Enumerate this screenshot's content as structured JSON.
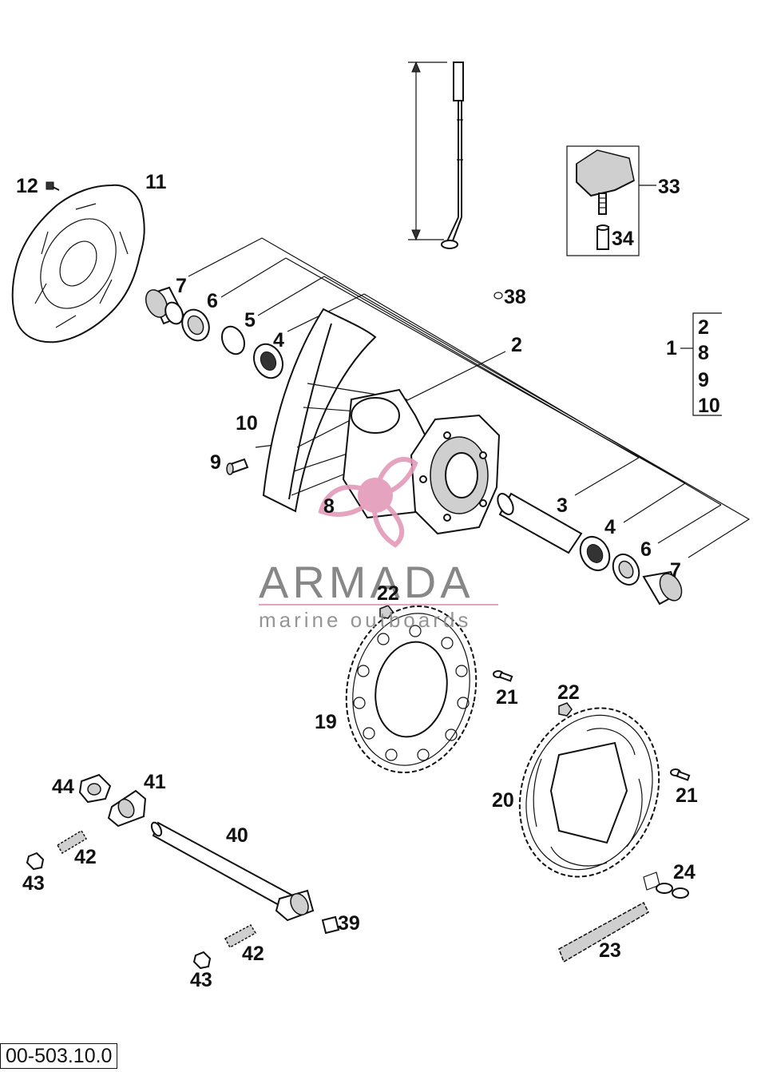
{
  "diagram": {
    "reference_code": "00-503.10.0",
    "group_list": [
      "2",
      "8",
      "9",
      "10"
    ],
    "labels": {
      "p1": "1",
      "p2": "2",
      "p3": "3",
      "p4a": "4",
      "p4b": "4",
      "p5": "5",
      "p6a": "6",
      "p6b": "6",
      "p7a": "7",
      "p7b": "7",
      "p8": "8",
      "p9": "9",
      "p10": "10",
      "p11": "11",
      "p12": "12",
      "p19": "19",
      "p20": "20",
      "p21a": "21",
      "p21b": "21",
      "p22a": "22",
      "p22b": "22",
      "p23": "23",
      "p24": "24",
      "p33": "33",
      "p34": "34",
      "p38": "38",
      "p39": "39",
      "p40": "40",
      "p41": "41",
      "p42a": "42",
      "p42b": "42",
      "p43a": "43",
      "p43b": "43",
      "p44": "44"
    }
  },
  "watermark": {
    "brand": "ARMADA",
    "tagline": "marine outboards",
    "color": "#e49ab9"
  }
}
